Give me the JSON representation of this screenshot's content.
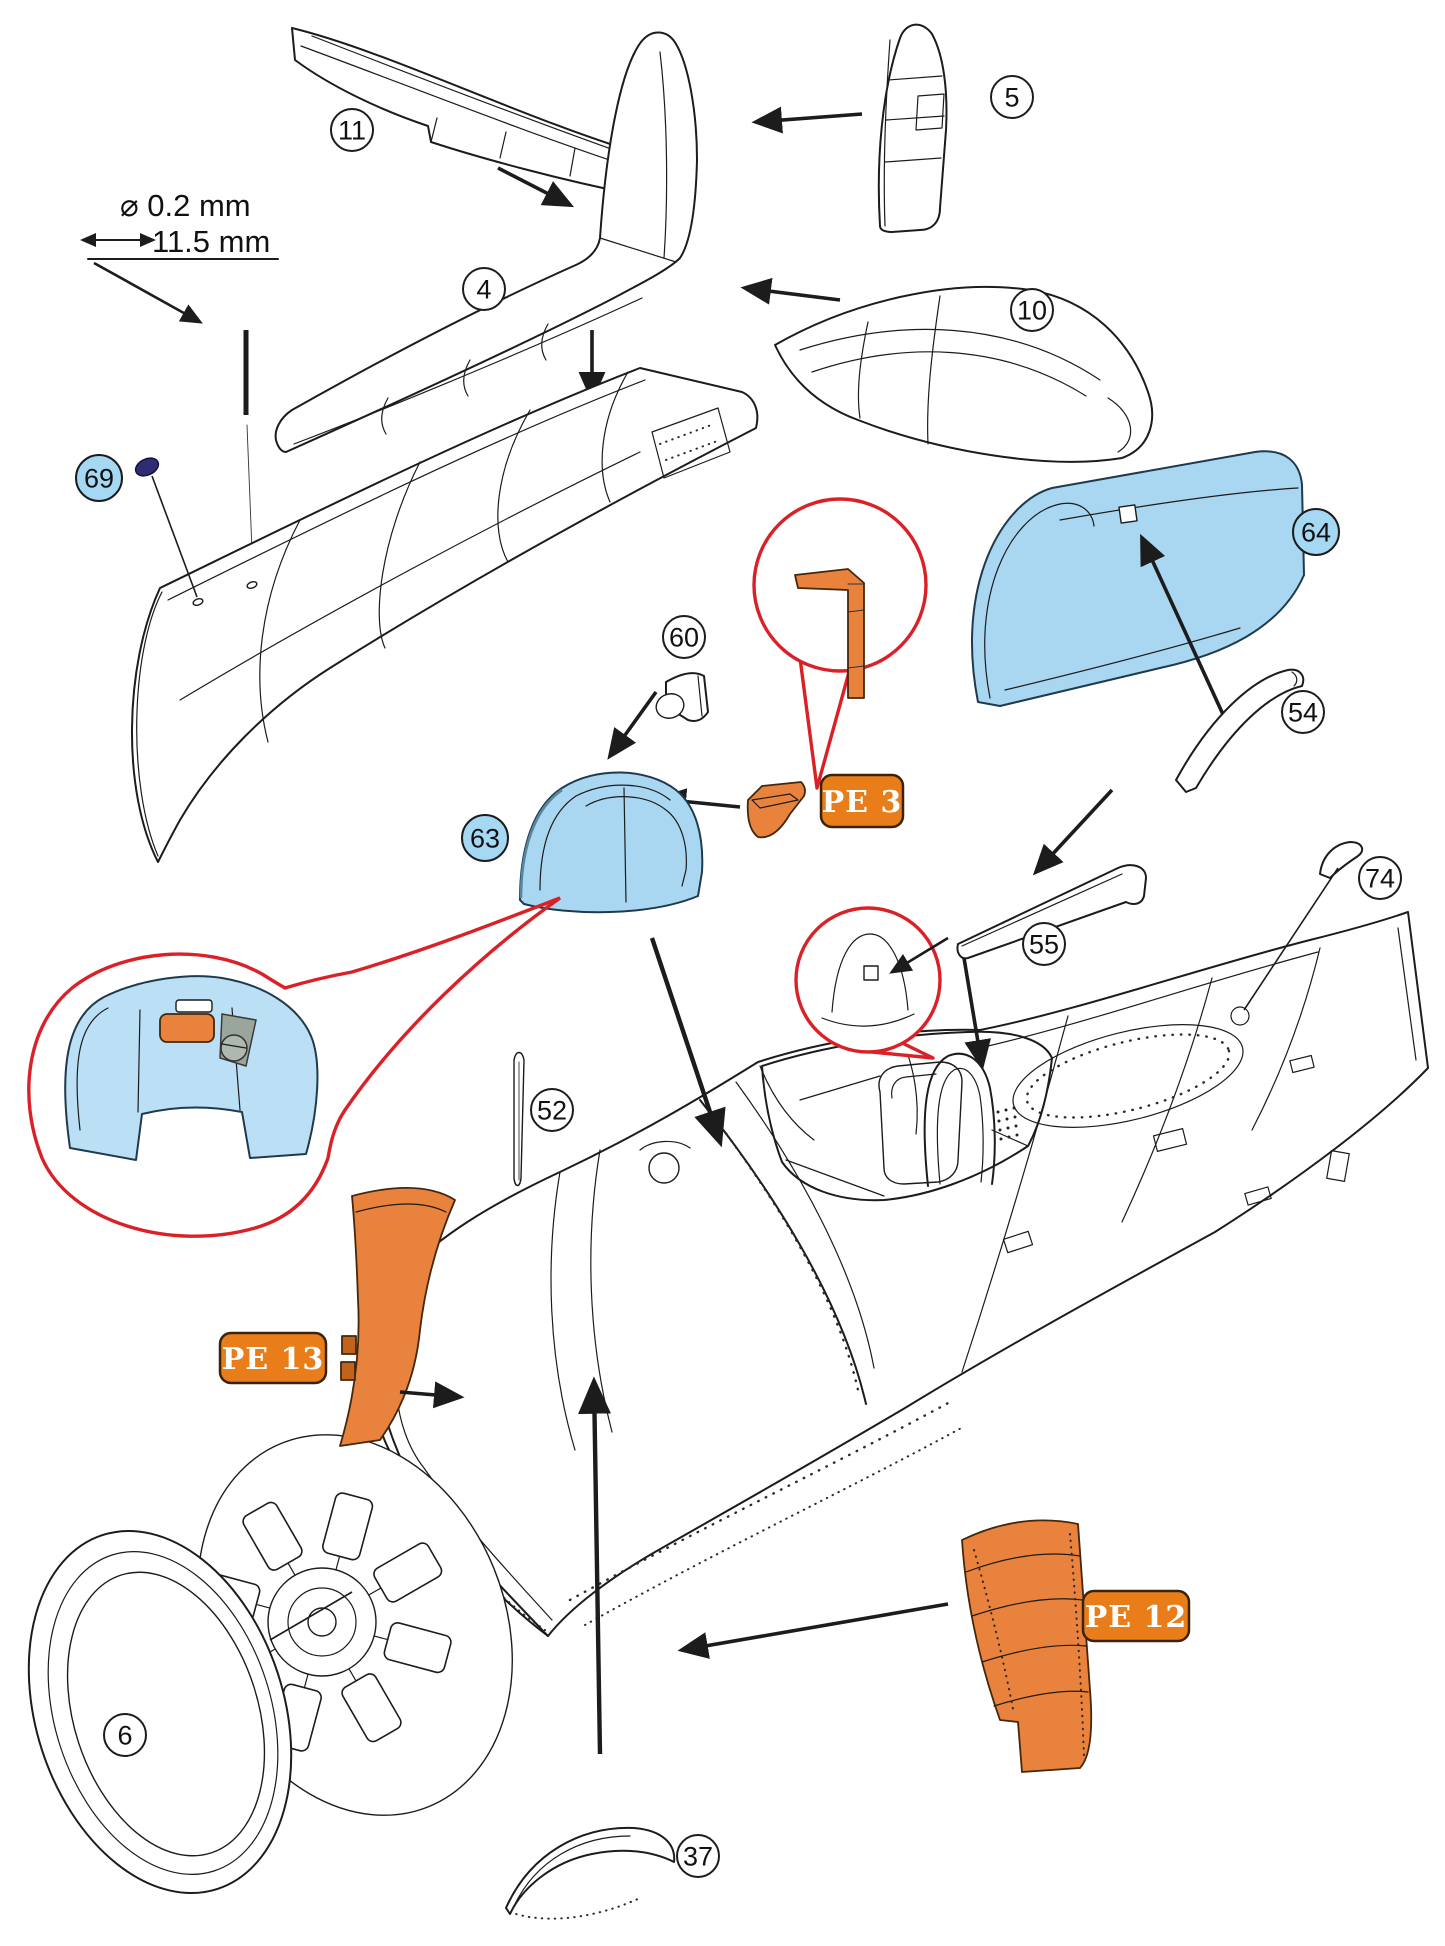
{
  "document": {
    "kind": "model-kit-assembly-instruction-step",
    "subject": "aircraft exploded-view diagram"
  },
  "measurements": {
    "diameter": "⌀ 0.2 mm",
    "length": "11.5 mm"
  },
  "callouts": {
    "c11": "11",
    "c5": "5",
    "c4": "4",
    "c10": "10",
    "c69": "69",
    "c64": "64",
    "c60": "60",
    "c54": "54",
    "c63": "63",
    "c74": "74",
    "c55": "55",
    "c52": "52",
    "c6": "6",
    "c37": "37"
  },
  "pe_labels": {
    "pe3": "PE 3",
    "pe13": "PE 13",
    "pe12": "PE 12"
  },
  "colors": {
    "part_blue": "#A9D6F0",
    "detail_blue": "#BBDFF5",
    "part_orange": "#E8823C",
    "part_orange_dark": "#C2631C",
    "pe_badge": "#E87D1A",
    "callout_red": "#D92127",
    "navy_part": "#2E2C72",
    "callout_fill_blue": "#A5D8F3",
    "line_art": "#1C1C1C"
  }
}
